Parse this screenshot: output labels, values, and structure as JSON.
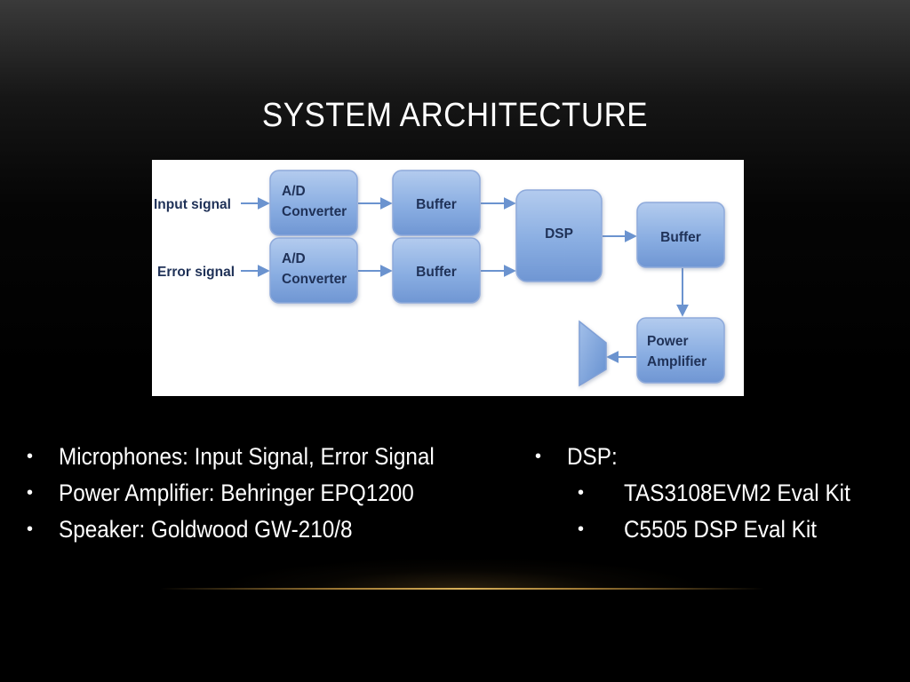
{
  "slide": {
    "title": "System Architecture"
  },
  "diagram": {
    "labels": {
      "input_signal": "Input signal",
      "error_signal": "Error signal"
    },
    "blocks": {
      "adc_top_line1": "A/D",
      "adc_top_line2": "Converter",
      "adc_bottom_line1": "A/D",
      "adc_bottom_line2": "Converter",
      "buffer_top": "Buffer",
      "buffer_bottom": "Buffer",
      "dsp": "DSP",
      "buffer_out": "Buffer",
      "power_amp_line1": "Power",
      "power_amp_line2": "Amplifier"
    },
    "colors": {
      "block_fill_top": "#a9c3ea",
      "block_fill_bottom": "#6f96d3",
      "block_stroke": "#8eaadb",
      "arrow": "#6b93cf",
      "text": "#1f3157"
    }
  },
  "left_bullets": [
    "Microphones: Input Signal, Error Signal",
    "Power Amplifier: Behringer EPQ1200",
    "Speaker: Goldwood GW-210/8"
  ],
  "right_bullets": {
    "main": "DSP:",
    "sub": [
      "TAS3108EVM2 Eval Kit",
      "C5505 DSP Eval Kit"
    ]
  },
  "bullet_char": "•",
  "accent_color": "#d9b15a"
}
